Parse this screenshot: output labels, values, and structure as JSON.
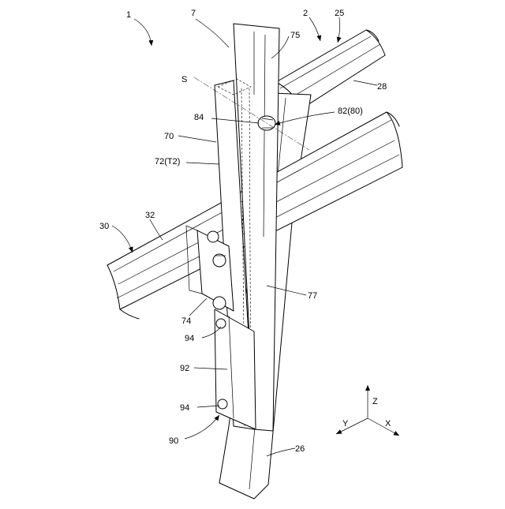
{
  "labels": {
    "l1": "1",
    "l7": "7",
    "l2": "2",
    "l25": "25",
    "l75": "75",
    "lS": "S",
    "l28": "28",
    "l84": "84",
    "l82": "82(80)",
    "l70": "70",
    "l72": "72(T2)",
    "l32": "32",
    "l30": "30",
    "l77": "77",
    "l74": "74",
    "l94a": "94",
    "l92": "92",
    "l94b": "94",
    "l90": "90",
    "l26": "26"
  },
  "axes": {
    "z": "Z",
    "y": "Y",
    "x": "X"
  }
}
